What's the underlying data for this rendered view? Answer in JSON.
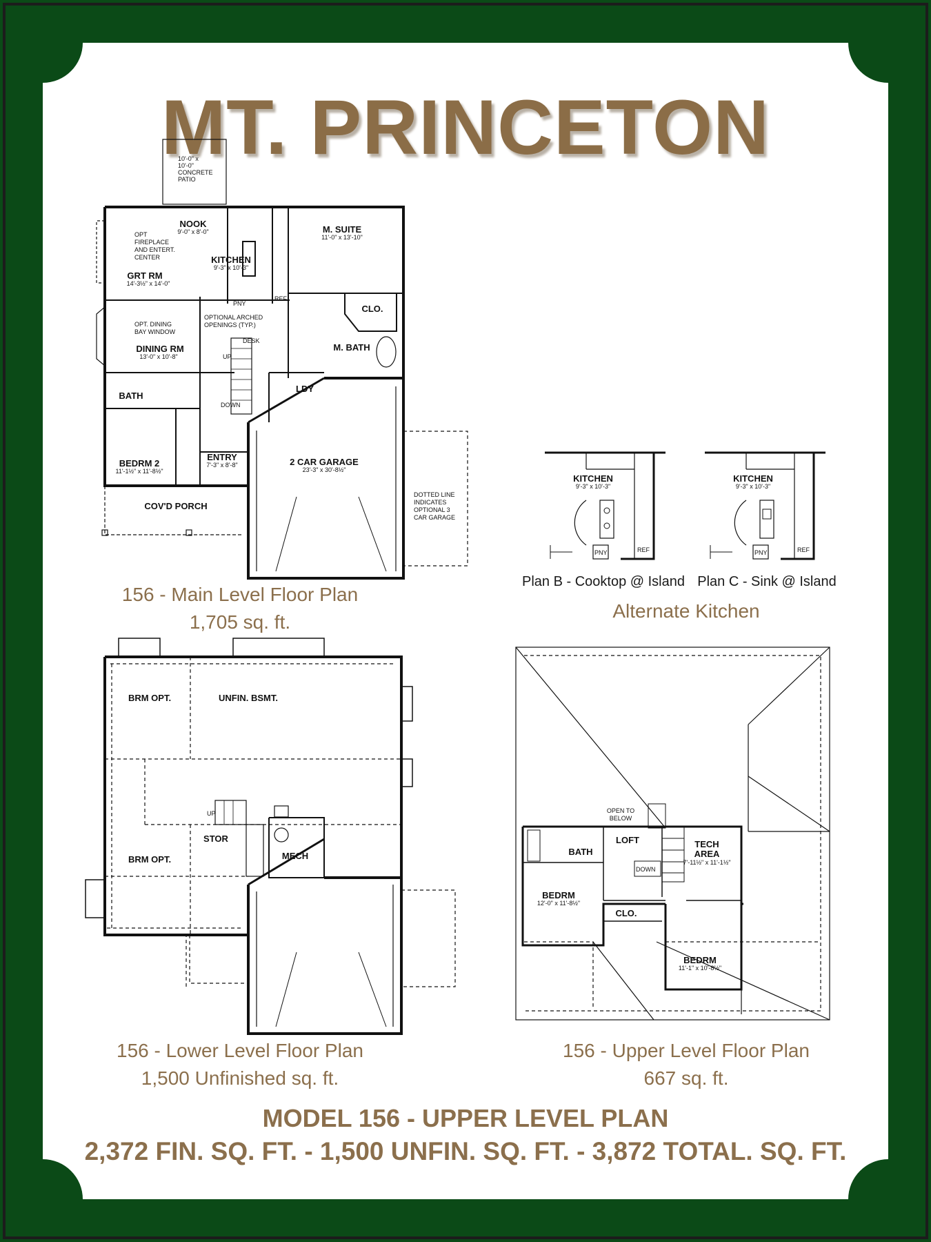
{
  "title": "MT. PRINCETON",
  "colors": {
    "frame": "#0b4a17",
    "accent": "#8b6f4c"
  },
  "main_plan": {
    "caption": "156 - Main Level Floor Plan",
    "area": "1,705 sq. ft.",
    "rooms": [
      {
        "label": "NOOK",
        "dim": "9'-0\" x 8'-0\""
      },
      {
        "label": "KITCHEN",
        "dim": "9'-3\" x 10'-3\""
      },
      {
        "label": "GRT RM",
        "dim": "14'-3½\" x 14'-0\""
      },
      {
        "label": "M. SUITE",
        "dim": "11'-0\" x 13'-10\""
      },
      {
        "label": "CLO."
      },
      {
        "label": "M. BATH"
      },
      {
        "label": "DINING RM",
        "dim": "13'-0\" x 10'-8\""
      },
      {
        "label": "BATH"
      },
      {
        "label": "LDY"
      },
      {
        "label": "BEDRM 2",
        "dim": "11'-1½\" x 11'-8½\""
      },
      {
        "label": "ENTRY",
        "dim": "7'-3\" x 8'-8\""
      },
      {
        "label": "2 CAR GARAGE",
        "dim": "23'-3\" x 30'-8½\""
      },
      {
        "label": "COV'D PORCH"
      }
    ],
    "notes": {
      "patio": [
        "10'-0\" x",
        "10'-0\"",
        "CONCRETE",
        "PATIO"
      ],
      "fireplace": [
        "OPT",
        "FIREPLACE",
        "AND ENTERT.",
        "CENTER"
      ],
      "dining_bay": [
        "OPT. DINING",
        "BAY WINDOW"
      ],
      "arched": [
        "OPTIONAL ARCHED",
        "OPENINGS (TYP.)"
      ],
      "garage_opt": [
        "DOTTED LINE",
        "INDICATES",
        "OPTIONAL 3",
        "CAR GARAGE"
      ],
      "small": [
        "PNY",
        "REF",
        "DESK",
        "UP",
        "DOWN"
      ]
    }
  },
  "alt_kitchen": {
    "caption": "Alternate Kitchen",
    "plans": [
      {
        "caption": "Plan B - Cooktop @ Island",
        "label": "KITCHEN",
        "dim": "9'-3\" x 10'-3\""
      },
      {
        "caption": "Plan C - Sink @ Island",
        "label": "KITCHEN",
        "dim": "9'-3\" x 10'-3\""
      }
    ],
    "small": [
      "PNY",
      "REF"
    ]
  },
  "lower_plan": {
    "caption": "156 - Lower Level Floor Plan",
    "area": "1,500 Unfinished sq. ft.",
    "rooms": [
      "BRM OPT.",
      "UNFIN. BSMT.",
      "BRM OPT.",
      "STOR",
      "MECH",
      "UP"
    ]
  },
  "upper_plan": {
    "caption": "156 - Upper Level Floor Plan",
    "area": "667 sq. ft.",
    "open_to_below": [
      "OPEN TO",
      "BELOW"
    ],
    "rooms": [
      {
        "label": "BATH"
      },
      {
        "label": "LOFT"
      },
      {
        "label": "TECH"
      },
      {
        "label": "AREA",
        "dim": "7'-11½\" x 11'-1½\""
      },
      {
        "label": "BEDRM",
        "dim": "12'-0\" x 11'-8½\""
      },
      {
        "label": "CLO."
      },
      {
        "label": "BEDRM",
        "dim": "11'-1\" x 10'-8½\""
      },
      {
        "label": "DOWN"
      }
    ]
  },
  "model": {
    "line1": "MODEL 156 - UPPER LEVEL PLAN",
    "line2": "2,372 FIN. SQ. FT. - 1,500 UNFIN. SQ. FT. - 3,872 TOTAL. SQ. FT."
  }
}
